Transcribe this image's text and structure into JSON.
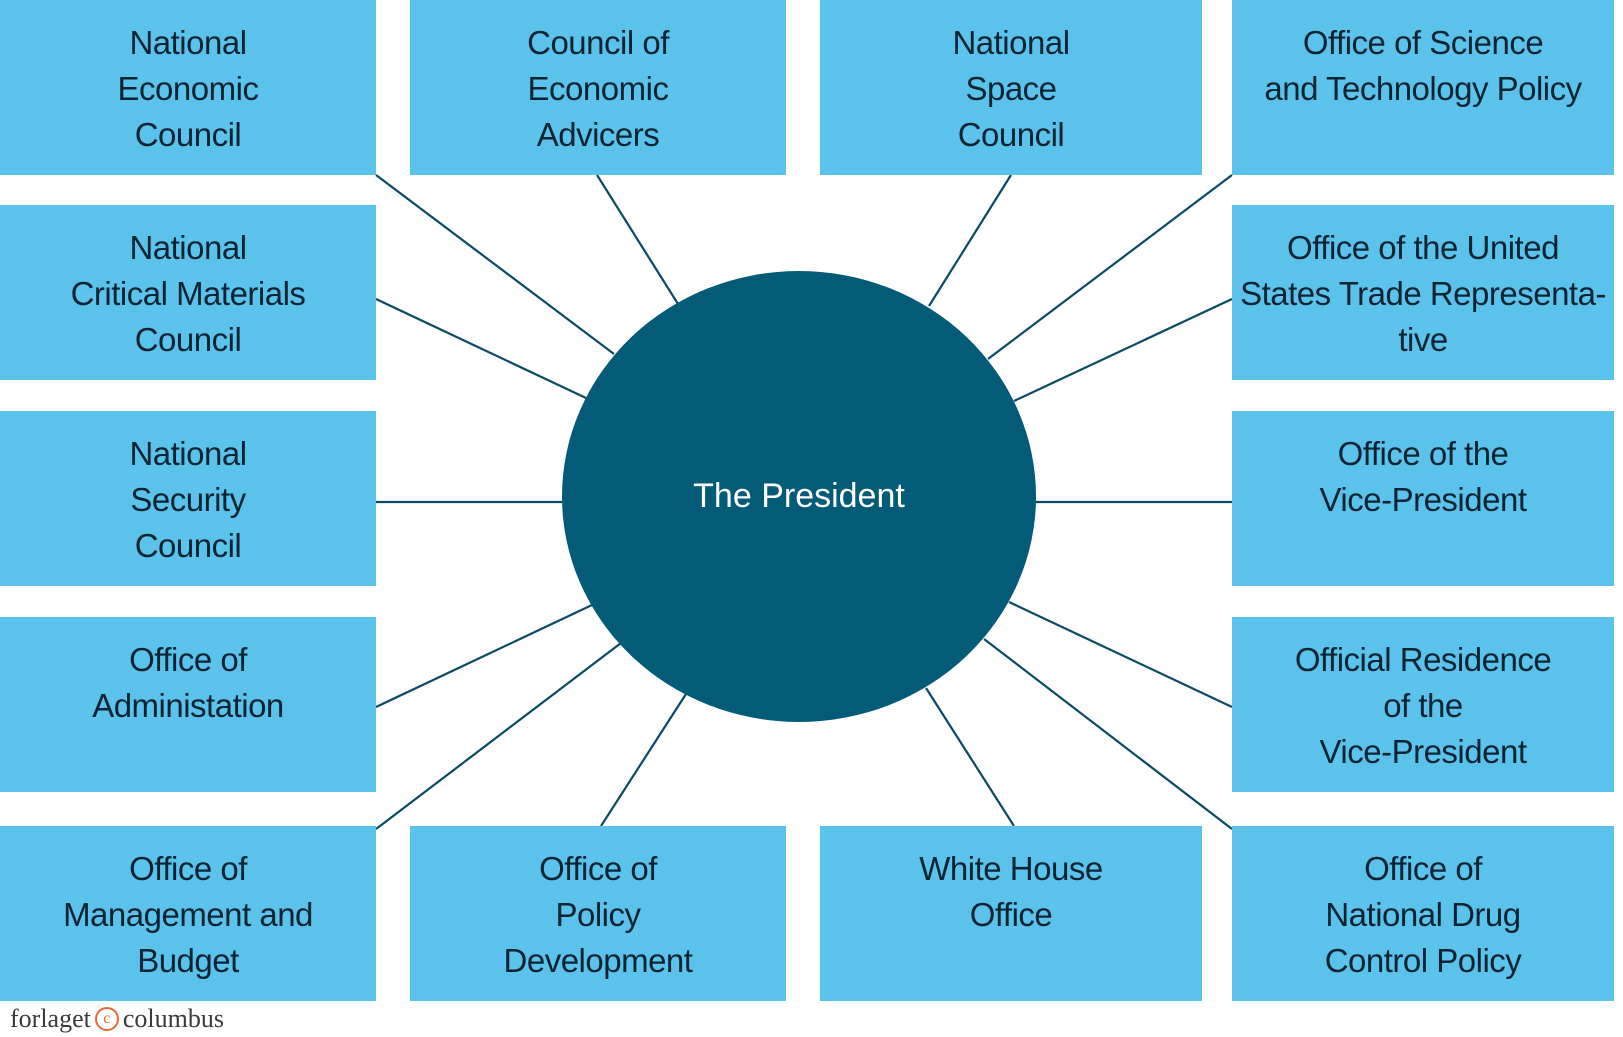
{
  "center": {
    "label": "The President"
  },
  "boxes": {
    "national_economic_council": "National\nEconomic\nCouncil",
    "council_of_economic_advicers": "Council of\nEconomic\nAdvicers",
    "national_space_council": "National\nSpace\nCouncil",
    "office_of_science_and_technology_policy": "Office of Science\nand Technology Policy",
    "national_critical_materials_council": "National\nCritical Materials\nCouncil",
    "office_of_the_us_trade_representative": "Office of the United\nStates Trade Representa-\ntive",
    "national_security_council": "National\nSecurity\nCouncil",
    "office_of_the_vice_president": "Office of the\nVice-President",
    "office_of_administation": "Office of\nAdministation",
    "official_residence_of_the_vice_president": "Official Residence\nof the\nVice-President",
    "office_of_management_and_budget": "Office of\nManagement and\nBudget",
    "office_of_policy_development": "Office of\nPolicy\nDevelopment",
    "white_house_office": "White House\nOffice",
    "office_of_national_drug_control_policy": "Office of\nNational Drug\nControl Policy"
  },
  "footer": {
    "publisher_left": "forlaget",
    "copyright_symbol": "c",
    "publisher_right": "columbus"
  },
  "colors": {
    "box": "#5bc2eb",
    "center": "#035b78",
    "line": "#0a4a63",
    "text": "#0b2433"
  }
}
